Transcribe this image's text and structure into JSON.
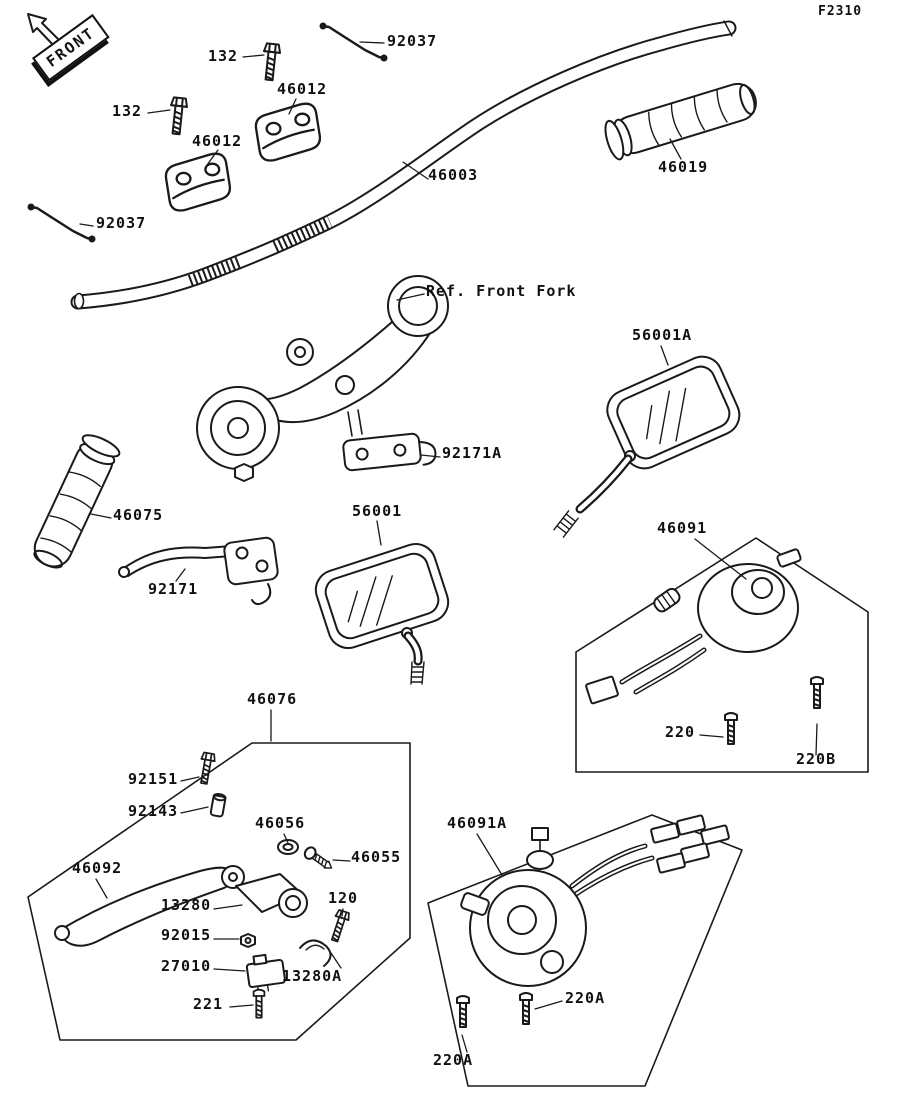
{
  "figure": {
    "code": "F2310",
    "front_badge": "FRONT"
  },
  "colors": {
    "line": "#1a1a1a",
    "background": "#ffffff"
  },
  "labels": [
    {
      "id": "92037-top",
      "text": "92037"
    },
    {
      "id": "132-top",
      "text": "132"
    },
    {
      "id": "46012-top",
      "text": "46012"
    },
    {
      "id": "132-left",
      "text": "132"
    },
    {
      "id": "46012-left",
      "text": "46012"
    },
    {
      "id": "46003",
      "text": "46003"
    },
    {
      "id": "46019",
      "text": "46019"
    },
    {
      "id": "92037-left",
      "text": "92037"
    },
    {
      "id": "ref-front-fork",
      "text": "Ref. Front Fork"
    },
    {
      "id": "56001A",
      "text": "56001A"
    },
    {
      "id": "92171A",
      "text": "92171A"
    },
    {
      "id": "46075",
      "text": "46075"
    },
    {
      "id": "56001",
      "text": "56001"
    },
    {
      "id": "92171",
      "text": "92171"
    },
    {
      "id": "46091",
      "text": "46091"
    },
    {
      "id": "220",
      "text": "220"
    },
    {
      "id": "220B",
      "text": "220B"
    },
    {
      "id": "46076",
      "text": "46076"
    },
    {
      "id": "92151",
      "text": "92151"
    },
    {
      "id": "92143",
      "text": "92143"
    },
    {
      "id": "46056",
      "text": "46056"
    },
    {
      "id": "46055",
      "text": "46055"
    },
    {
      "id": "46092",
      "text": "46092"
    },
    {
      "id": "13280",
      "text": "13280"
    },
    {
      "id": "120",
      "text": "120"
    },
    {
      "id": "92015",
      "text": "92015"
    },
    {
      "id": "27010",
      "text": "27010"
    },
    {
      "id": "13280A",
      "text": "13280A"
    },
    {
      "id": "221",
      "text": "221"
    },
    {
      "id": "46091A",
      "text": "46091A"
    },
    {
      "id": "220A-right",
      "text": "220A"
    },
    {
      "id": "220A-bottom",
      "text": "220A"
    }
  ]
}
